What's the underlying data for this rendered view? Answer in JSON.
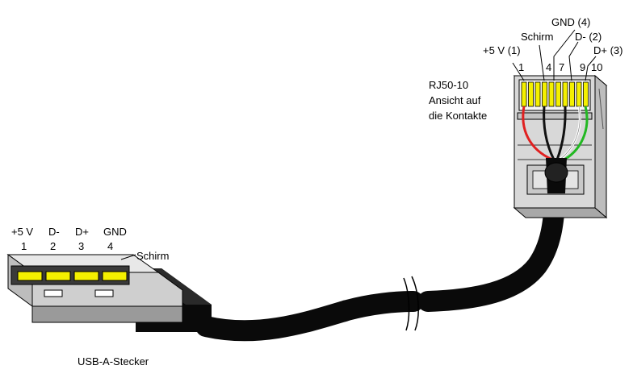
{
  "usb": {
    "caption": "USB-A-Stecker",
    "pins": [
      {
        "name": "+5 V",
        "number": "1"
      },
      {
        "name": "D-",
        "number": "2"
      },
      {
        "name": "D+",
        "number": "3"
      },
      {
        "name": "GND",
        "number": "4"
      }
    ],
    "shield_label": "Schirm"
  },
  "rj": {
    "caption_lines": [
      "RJ50-10",
      "Ansicht auf",
      "die Kontakte"
    ],
    "labels": {
      "plus5v": "+5 V (1)",
      "shield": "Schirm",
      "gnd": "GND (4)",
      "dminus": "D- (2)",
      "dplus": "D+ (3)"
    },
    "pin_numbers": [
      "1",
      "4",
      "7",
      "9",
      "10"
    ]
  },
  "colors": {
    "contact_yellow": "#f4f000",
    "wire_red": "#e02020",
    "wire_green": "#22b822",
    "wire_white": "#ffffff",
    "wire_black": "#111111",
    "cable": "#0a0a0a",
    "housing_gray": "#d8d8d8"
  }
}
